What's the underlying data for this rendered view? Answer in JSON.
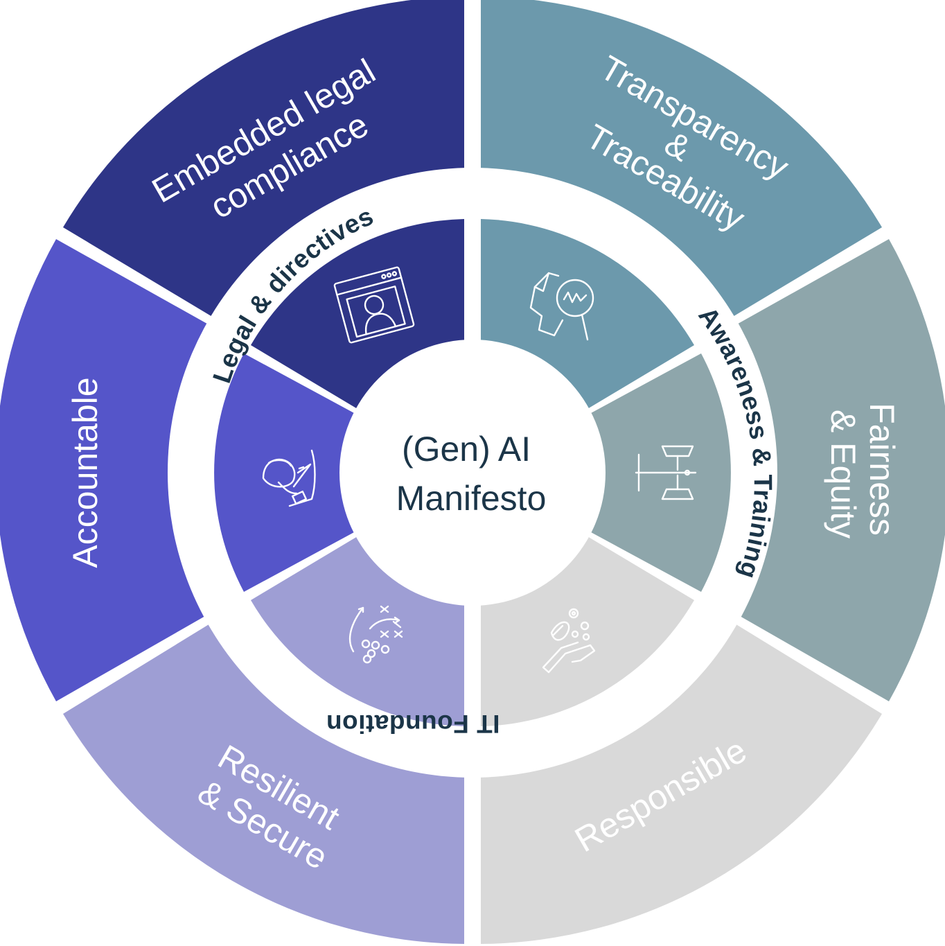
{
  "center": {
    "line1": "(Gen) AI",
    "line2": "Manifesto"
  },
  "ring_labels": {
    "legal": "Legal & directives",
    "awareness": "Awareness & Training",
    "it": "IT Foundation"
  },
  "segments": [
    {
      "id": "embedded",
      "color": "#2e3587",
      "label_lines": [
        "Embedded legal",
        "compliance"
      ],
      "icon": "browser-user-icon"
    },
    {
      "id": "transparency",
      "color": "#6c99ac",
      "label_lines": [
        "Transparency",
        "&",
        "Traceability"
      ],
      "icon": "document-magnifier-icon"
    },
    {
      "id": "fairness",
      "color": "#8ea6ab",
      "label_lines": [
        "Fairness",
        "& Equity"
      ],
      "icon": "balance-scale-icon"
    },
    {
      "id": "responsible",
      "color": "#d9d9d9",
      "label_lines": [
        "Responsible"
      ],
      "icon": "hand-plant-icon"
    },
    {
      "id": "resilient",
      "color": "#9e9ed4",
      "label_lines": [
        "Resilient",
        "& Secure"
      ],
      "icon": "strategy-play-icon"
    },
    {
      "id": "accountable",
      "color": "#5555c9",
      "label_lines": [
        "Accountable"
      ],
      "icon": "person-tie-icon"
    }
  ]
}
